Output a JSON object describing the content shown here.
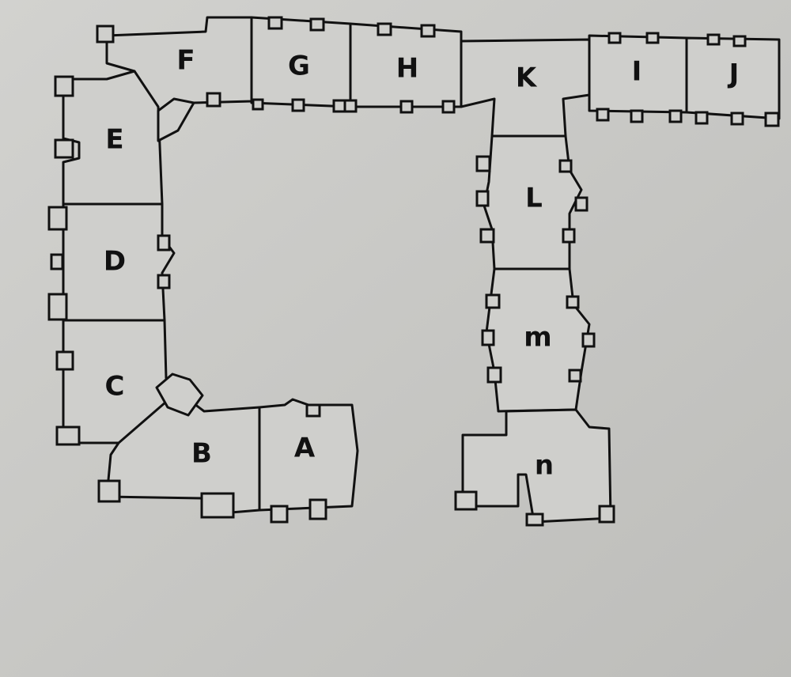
{
  "diagram": {
    "type": "floor-plan",
    "rooms": [
      {
        "id": "F",
        "label": "F"
      },
      {
        "id": "G",
        "label": "G"
      },
      {
        "id": "H",
        "label": "H"
      },
      {
        "id": "K",
        "label": "K"
      },
      {
        "id": "I",
        "label": "I"
      },
      {
        "id": "J",
        "label": "J"
      },
      {
        "id": "E",
        "label": "E"
      },
      {
        "id": "D",
        "label": "D"
      },
      {
        "id": "C",
        "label": "C"
      },
      {
        "id": "B",
        "label": "B"
      },
      {
        "id": "A",
        "label": "A"
      },
      {
        "id": "L",
        "label": "L"
      },
      {
        "id": "M",
        "label": "m"
      },
      {
        "id": "N",
        "label": "n"
      }
    ],
    "colors": {
      "paper": "#c8c8c5",
      "ink": "#111111"
    }
  }
}
